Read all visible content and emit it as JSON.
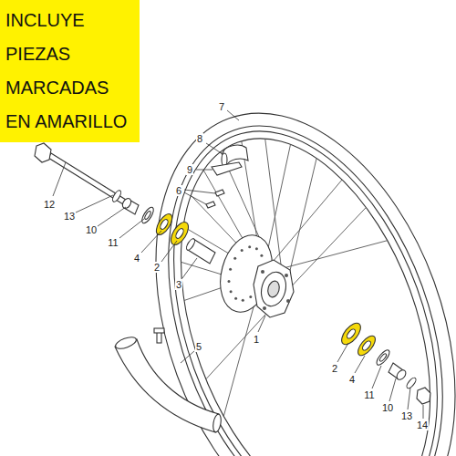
{
  "diagram": {
    "nodes": [
      {
        "text": [
          "INCLUYE PIEZAS MARCADAS EN AMARILLO"
        ]
      }
    ],
    "labels": [
      "7",
      "8",
      "9",
      "6",
      "12",
      "13",
      "10",
      "11",
      "4",
      "2",
      "3",
      "1",
      "5",
      "2",
      "4",
      "11",
      "10",
      "13",
      "14"
    ]
  }
}
